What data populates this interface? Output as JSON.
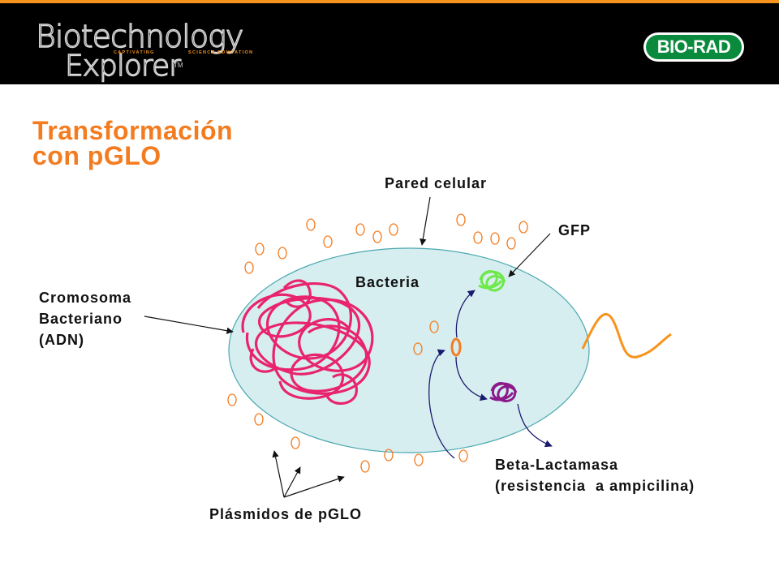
{
  "header": {
    "logo_line1": "Biotechnology",
    "logo_line2": "Explorer",
    "logo_tm": "TM",
    "tagline_left": "CAPTIVATING",
    "tagline_right": "SCIENCE EDUCATION",
    "brand": "BIO-RAD"
  },
  "title": {
    "line1": "Transformación",
    "line2": "con pGLO"
  },
  "labels": {
    "pared_celular": "Pared celular",
    "gfp": "GFP",
    "bacteria": "Bacteria",
    "cromosoma_line1": "Cromosoma",
    "cromosoma_line2": "Bacteriano",
    "cromosoma_line3": "(ADN)",
    "beta_line1": "Beta-Lactamasa",
    "beta_line2": "(resistencia  a ampicilina)",
    "plasmidos": "Plásmidos de pGLO"
  },
  "colors": {
    "header_bg": "#000000",
    "accent_orange": "#f47c20",
    "cell_fill": "#d7eef0",
    "cell_stroke": "#4aa8b0",
    "chromosome": "#e8246e",
    "gfp_gene": "#6ee84a",
    "bla_gene": "#8b1a8b",
    "arrow_navy": "#1a1a6e",
    "brand_green": "#0a8a3c"
  }
}
